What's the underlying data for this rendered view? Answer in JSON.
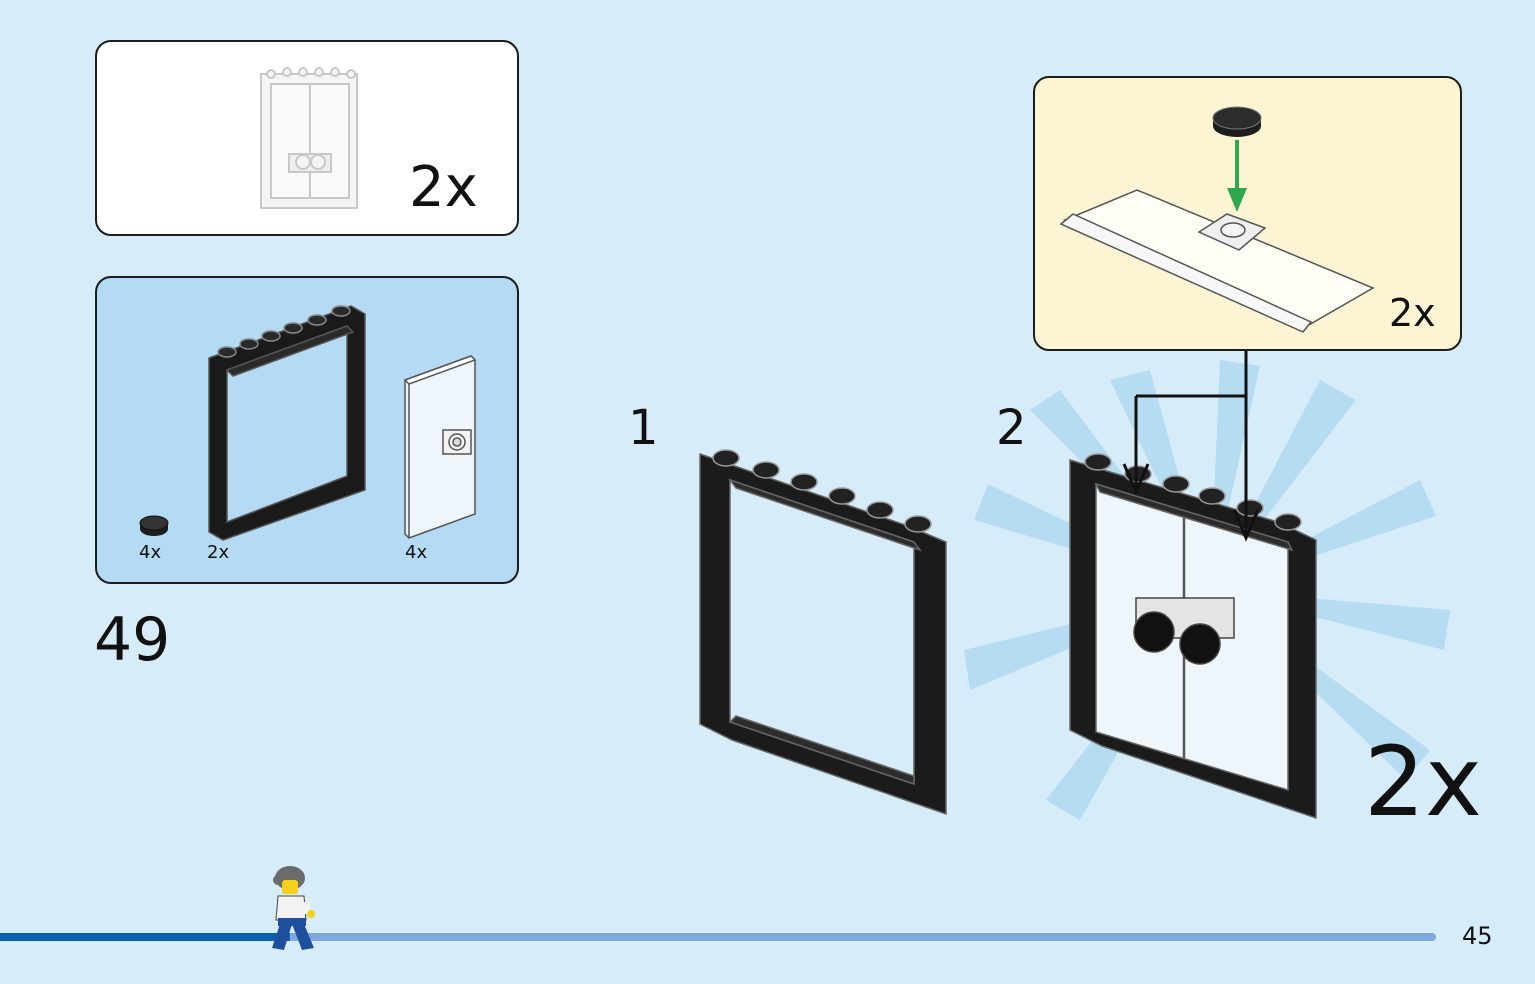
{
  "result_box": {
    "quantity": "2x"
  },
  "parts_box": {
    "items": [
      {
        "name": "round-tile",
        "quantity": "4x"
      },
      {
        "name": "window-frame",
        "quantity": "2x"
      },
      {
        "name": "door-panel",
        "quantity": "4x"
      }
    ]
  },
  "step_number": "49",
  "sub_steps": [
    {
      "label": "1"
    },
    {
      "label": "2"
    }
  ],
  "callout": {
    "quantity": "2x"
  },
  "final_quantity": "2x",
  "page_number": "45",
  "colors": {
    "background": "#d6ecf9",
    "parts_panel": "#b5dbf4",
    "callout_panel": "#fdf4d4",
    "progress_done": "#0a5fb0",
    "progress_remaining": "#7fa8df",
    "insert_arrow": "#2fa84f"
  }
}
